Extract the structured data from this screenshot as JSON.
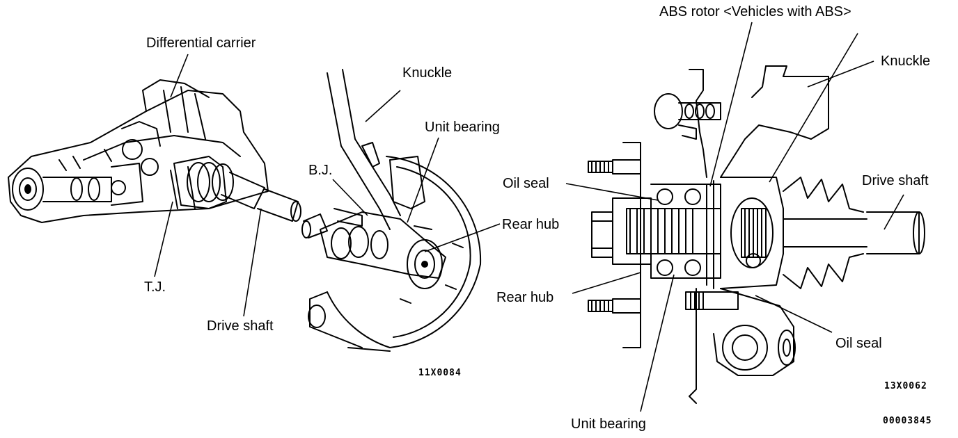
{
  "labels": {
    "differential_carrier": "Differential carrier",
    "tj": "T.J.",
    "drive_shaft_left": "Drive shaft",
    "knuckle_left": "Knuckle",
    "unit_bearing_top": "Unit bearing",
    "bj": "B.J.",
    "rear_hub_left": "Rear hub",
    "abs_rotor": "ABS rotor <Vehicles with ABS>",
    "knuckle_right": "Knuckle",
    "oil_seal_left": "Oil seal",
    "drive_shaft_right": "Drive shaft",
    "rear_hub_right": "Rear hub",
    "oil_seal_right": "Oil seal",
    "unit_bearing_bottom": "Unit bearing"
  },
  "codes": {
    "left_figure": "11X0084",
    "right_figure": "13X0062",
    "document": "00003845"
  }
}
